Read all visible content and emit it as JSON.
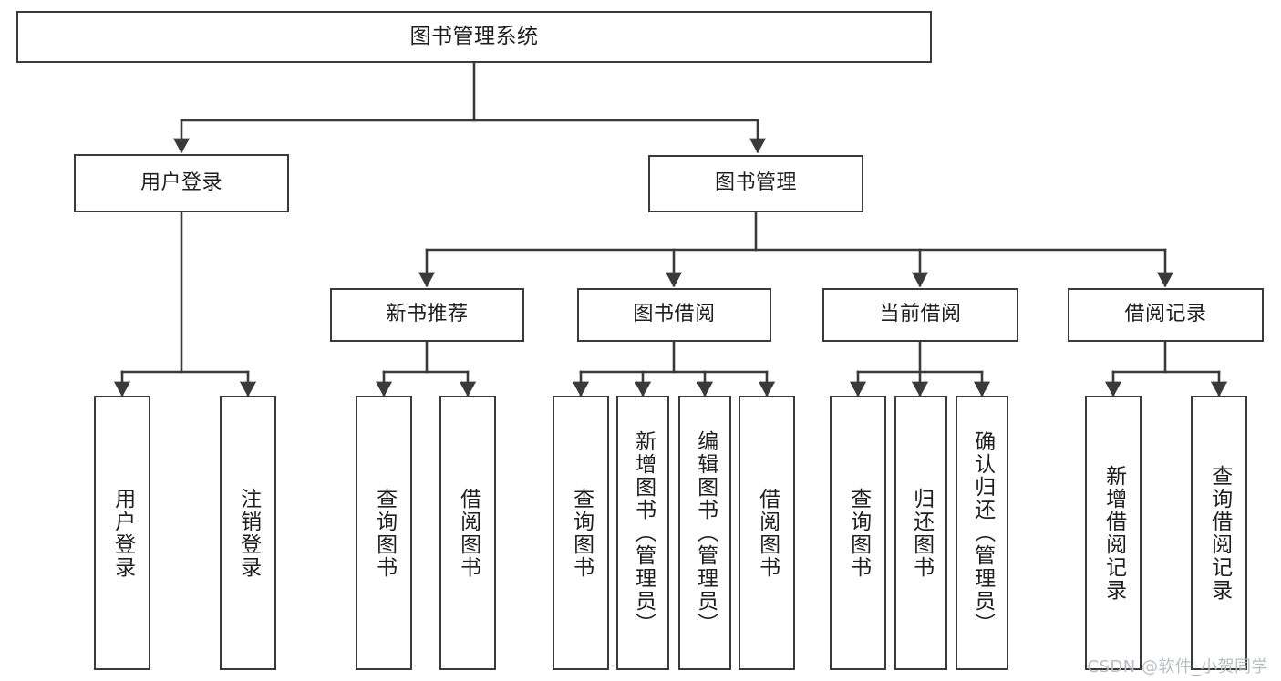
{
  "diagram": {
    "type": "tree-hierarchy",
    "title": "图书管理系统",
    "watermark": "CSDN @软件_小贺同学",
    "colors": {
      "background": "#ffffff",
      "box_border": "#3a3a3a",
      "edge": "#3a3a3a",
      "text": "#1f1f1f",
      "watermark": "#b9bcc2"
    },
    "nodes": {
      "root": {
        "label": "图书管理系统"
      },
      "level2": [
        {
          "id": "user-login",
          "label": "用户登录"
        },
        {
          "id": "book-manage",
          "label": "图书管理"
        }
      ],
      "level3": [
        {
          "id": "new-book-recommend",
          "label": "新书推荐"
        },
        {
          "id": "book-borrow",
          "label": "图书借阅"
        },
        {
          "id": "current-borrow",
          "label": "当前借阅"
        },
        {
          "id": "borrow-record",
          "label": "借阅记录"
        }
      ],
      "leaves": [
        {
          "id": "leaf-user-login",
          "parent": "user-login",
          "label": "用户登录"
        },
        {
          "id": "leaf-logout",
          "parent": "user-login",
          "label": "注销登录"
        },
        {
          "id": "leaf-query-book-1",
          "parent": "new-book-recommend",
          "label": "查询图书"
        },
        {
          "id": "leaf-borrow-book-1",
          "parent": "new-book-recommend",
          "label": "借阅图书"
        },
        {
          "id": "leaf-query-book-2",
          "parent": "book-borrow",
          "label": "查询图书"
        },
        {
          "id": "leaf-add-book",
          "parent": "book-borrow",
          "label": "新增图书（管理员）"
        },
        {
          "id": "leaf-edit-book",
          "parent": "book-borrow",
          "label": "编辑图书（管理员）"
        },
        {
          "id": "leaf-borrow-book-2",
          "parent": "book-borrow",
          "label": "借阅图书"
        },
        {
          "id": "leaf-query-book-3",
          "parent": "current-borrow",
          "label": "查询图书"
        },
        {
          "id": "leaf-return-book",
          "parent": "current-borrow",
          "label": "归还图书"
        },
        {
          "id": "leaf-confirm-return",
          "parent": "current-borrow",
          "label": "确认归还（管理员）"
        },
        {
          "id": "leaf-add-record",
          "parent": "borrow-record",
          "label": "新增借阅记录"
        },
        {
          "id": "leaf-query-record",
          "parent": "borrow-record",
          "label": "查询借阅记录"
        }
      ]
    }
  }
}
